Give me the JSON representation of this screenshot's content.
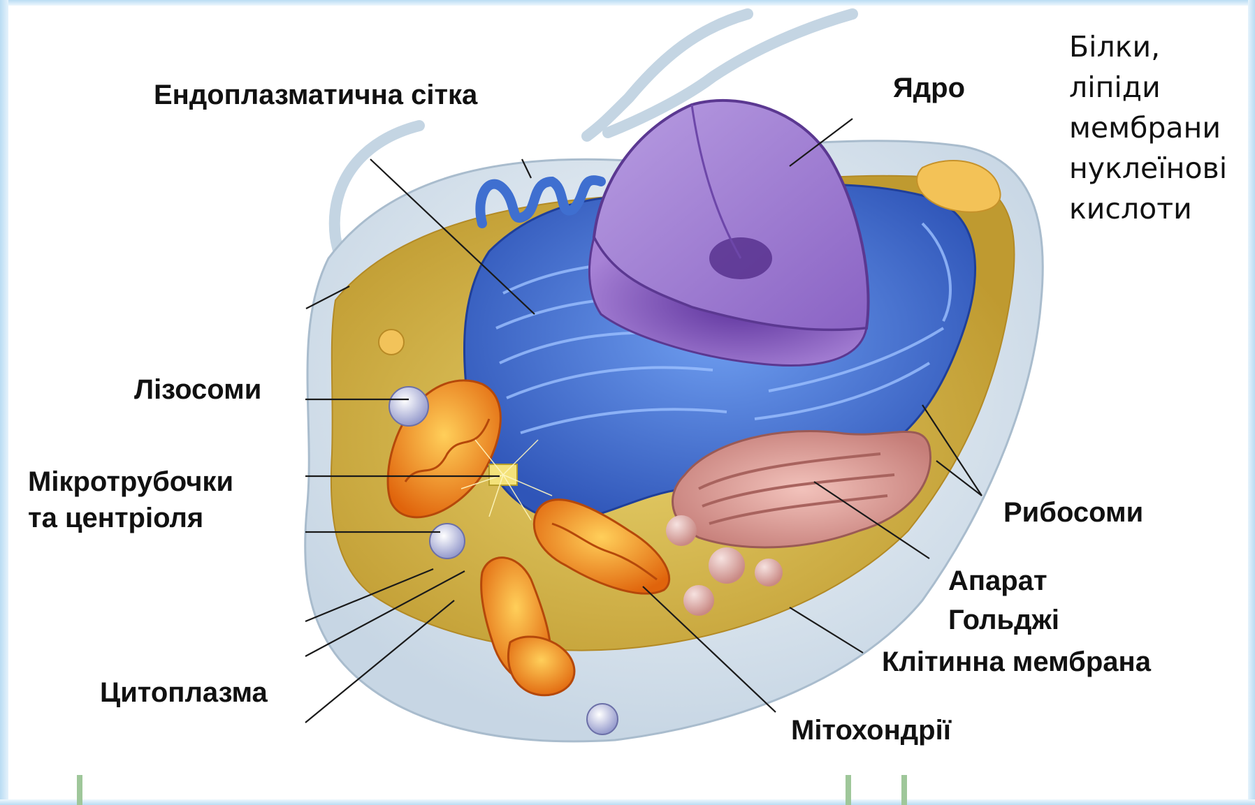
{
  "labels": {
    "er": "Ендоплазматична сітка",
    "nucleus": "Ядро",
    "lysosomes": "Лізосоми",
    "microtubules_1": "Мікротрубочки",
    "microtubules_2": "та центріоля",
    "cytoplasm": "Цитоплазма",
    "ribosomes": "Рибосоми",
    "golgi_1": "Апарат",
    "golgi_2": "Гольджі",
    "membrane": "Клітинна мембрана",
    "mitochondria": "Мітохондрії"
  },
  "side_note": [
    "Білки,",
    "ліпіди",
    "мембрани",
    "нуклеїнові",
    "кислоти"
  ],
  "colors": {
    "cell_shell": "#dfe9f2",
    "cytoplasm": "#d9b84a",
    "er": "#3f6fd0",
    "nucleus": "#7a4fb0",
    "golgi": "#d89890",
    "mitochondria": "#f08a1c",
    "accent_border": "#b9dcf3"
  }
}
